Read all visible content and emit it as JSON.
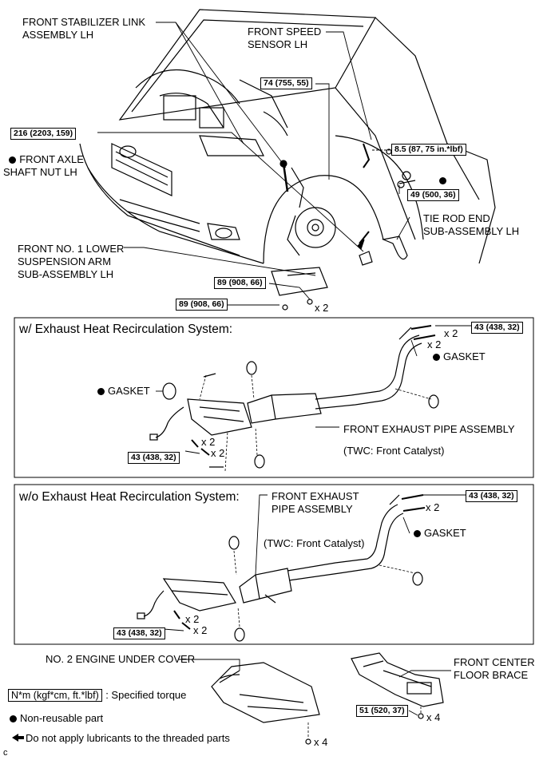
{
  "top": {
    "stabilizer_link": "FRONT STABILIZER LINK\nASSEMBLY LH",
    "speed_sensor": "FRONT SPEED\nSENSOR LH",
    "axle_nut": "FRONT AXLE\nSHAFT NUT LH",
    "tie_rod": "TIE ROD END\nSUB-ASSEMBLY LH",
    "lower_arm": "FRONT NO. 1 LOWER\nSUSPENSION ARM\nSUB-ASSEMBLY LH",
    "torque_74": "74 (755, 55)",
    "torque_216": "216 (2203, 159)",
    "torque_8_5": "8.5 (87, 75 in.*lbf)",
    "torque_49": "49 (500, 36)",
    "torque_89a": "89 (908, 66)",
    "torque_89b": "89 (908, 66)",
    "x2_arm": "x 2"
  },
  "panel1": {
    "title": "w/ Exhaust Heat Recirculation System:",
    "gasket_left": "GASKET",
    "gasket_right": "GASKET",
    "pipe_label": "FRONT EXHAUST PIPE ASSEMBLY",
    "twc": "(TWC: Front Catalyst)",
    "torque_right": "43 (438, 32)",
    "torque_left": "43 (438, 32)",
    "x2_r1": "x 2",
    "x2_r2": "x 2",
    "x2_l1": "x 2",
    "x2_l2": "x 2"
  },
  "panel2": {
    "title": "w/o Exhaust Heat Recirculation System:",
    "pipe_label": "FRONT EXHAUST\nPIPE ASSEMBLY",
    "twc": "(TWC: Front Catalyst)",
    "gasket": "GASKET",
    "torque_right": "43 (438, 32)",
    "torque_left": "43 (438, 32)",
    "x2_r": "x 2",
    "x2_l1": "x 2",
    "x2_l2": "x 2"
  },
  "bottom": {
    "under_cover": "NO. 2 ENGINE UNDER COVER",
    "floor_brace": "FRONT CENTER\nFLOOR BRACE",
    "torque_51": "51 (520, 37)",
    "x4_brace": "x 4",
    "x4_cover": "x 4"
  },
  "legend": {
    "unit": "N*m (kgf*cm, ft.*lbf)",
    "unit_desc": ": Specified torque",
    "non_reusable": "Non-reusable part",
    "no_lube": "Do not apply lubricants to the threaded parts"
  },
  "corner": "c"
}
